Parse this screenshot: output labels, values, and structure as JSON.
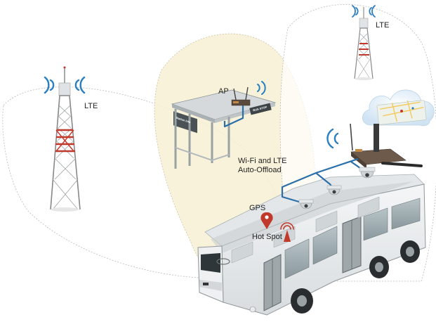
{
  "labels": {
    "lte_left": "LTE",
    "lte_right": "LTE",
    "ap": "AP",
    "wifi_offload_line1": "Wi-Fi and LTE",
    "wifi_offload_line2": "Auto-Offload",
    "gps": "GPS",
    "hot_spot": "Hot Spot"
  },
  "signage": {
    "bus_stop": "BUS STOP",
    "shelter_sign": "Station Info"
  },
  "colors": {
    "coverage_fill": "#f6f0d2",
    "cable": "#2a6fa8",
    "tower_red": "#c0392b",
    "wifi_blue": "#2b7fc1",
    "gps_pin": "#c0392b"
  }
}
